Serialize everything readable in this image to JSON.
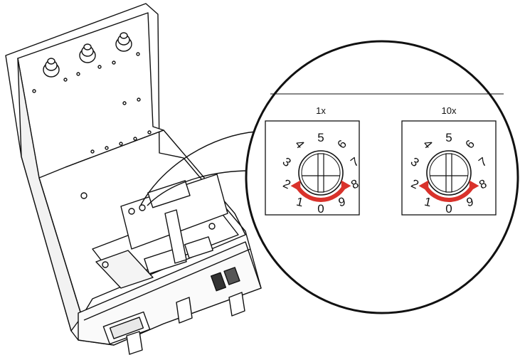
{
  "figure": {
    "switches": [
      {
        "label": "1x",
        "digits": [
          "0",
          "1",
          "2",
          "3",
          "4",
          "5",
          "6",
          "7",
          "8",
          "9"
        ]
      },
      {
        "label": "10x",
        "digits": [
          "0",
          "1",
          "2",
          "3",
          "4",
          "5",
          "6",
          "7",
          "8",
          "9"
        ]
      }
    ],
    "colors": {
      "arrow": "#d9322b",
      "line": "#111111",
      "background": "#ffffff"
    }
  }
}
